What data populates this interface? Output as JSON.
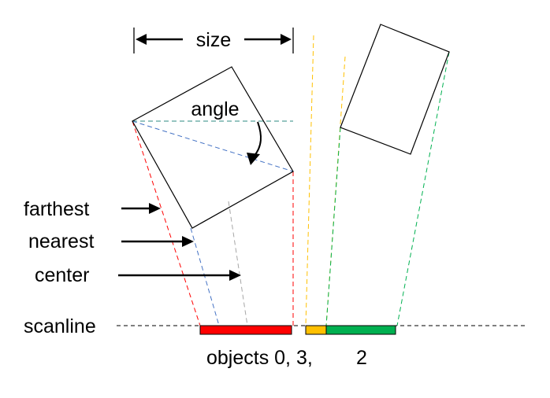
{
  "labels": {
    "size": "size",
    "angle": "angle",
    "farthest": "farthest",
    "nearest": "nearest",
    "center": "center",
    "scanline": "scanline",
    "objects": "objects 0, 3,",
    "object_2": "2"
  },
  "colors": {
    "red": "#ff0000",
    "orange": "#ffc000",
    "green": "#00b050",
    "blue": "#4472c4",
    "teal": "#2e8b80",
    "gray": "#a6a6a6",
    "black": "#000000"
  }
}
